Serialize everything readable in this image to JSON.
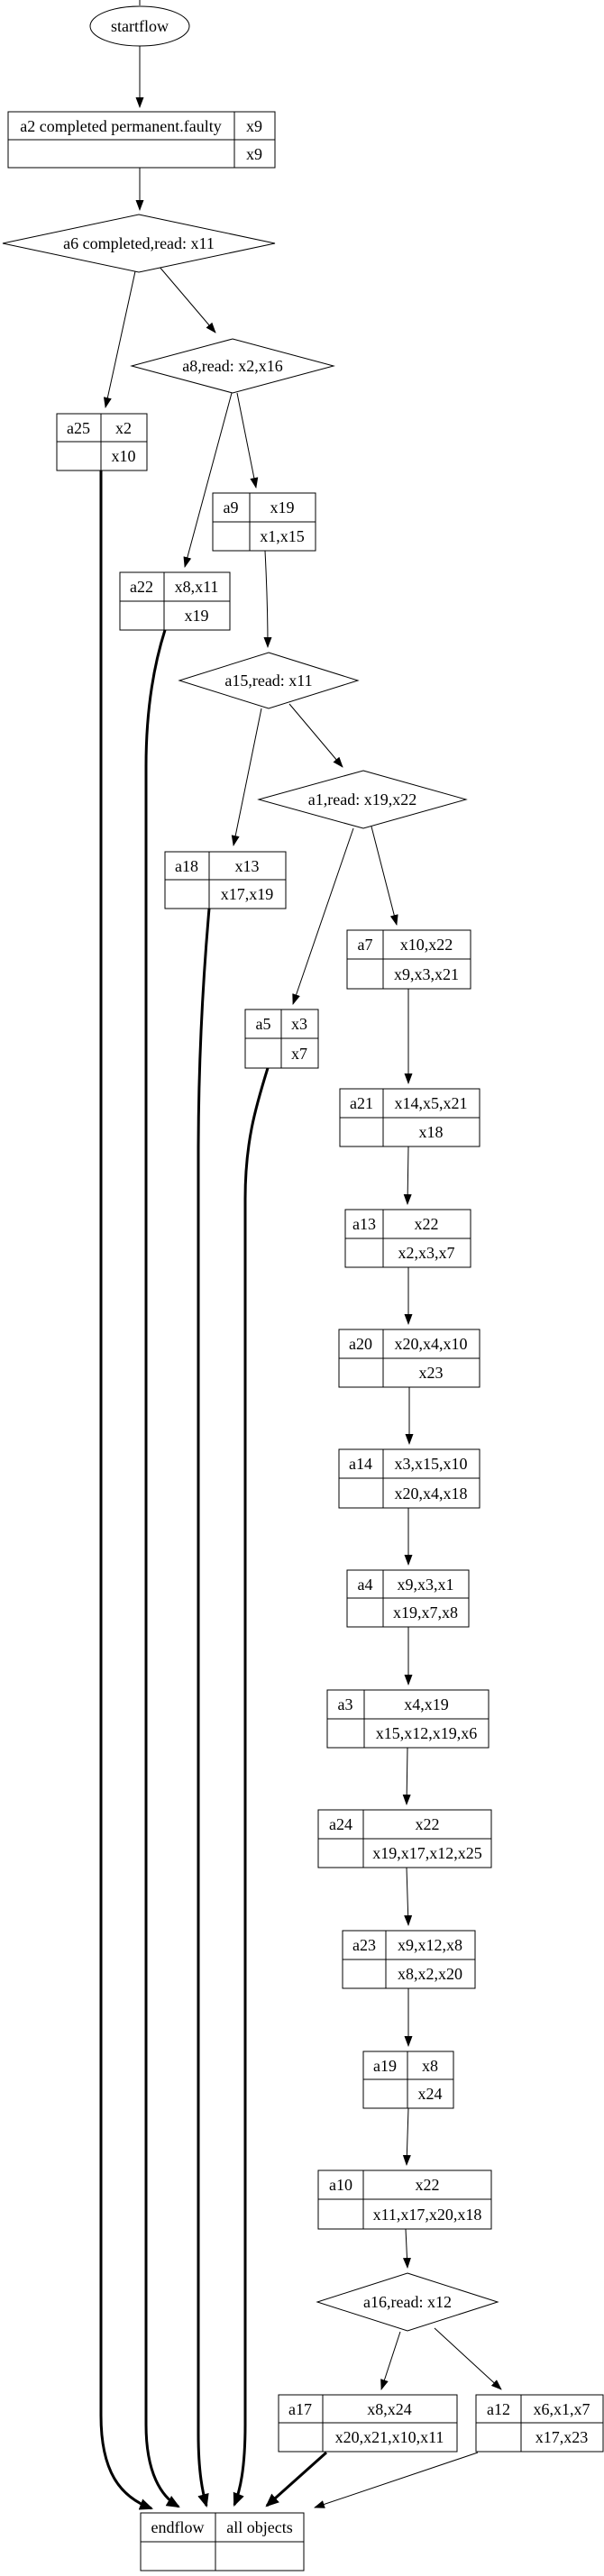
{
  "diagram": {
    "start": {
      "label": "startflow"
    },
    "end": {
      "name": "endflow",
      "value": "all objects"
    },
    "decisions": [
      {
        "id": "a6",
        "label": "a6 completed,read: x11"
      },
      {
        "id": "a8",
        "label": "a8,read: x2,x16"
      },
      {
        "id": "a15",
        "label": "a15,read: x11"
      },
      {
        "id": "a1",
        "label": "a1,read: x19,x22"
      },
      {
        "id": "a16",
        "label": "a16,read: x12"
      }
    ],
    "records": [
      {
        "id": "a2",
        "name": "a2 completed permanent.faulty",
        "top": "x9",
        "bottom": "x9"
      },
      {
        "id": "a25",
        "name": "a25",
        "top": "x2",
        "bottom": "x10"
      },
      {
        "id": "a9",
        "name": "a9",
        "top": "x19",
        "bottom": "x1,x15"
      },
      {
        "id": "a22",
        "name": "a22",
        "top": "x8,x11",
        "bottom": "x19"
      },
      {
        "id": "a18",
        "name": "a18",
        "top": "x13",
        "bottom": "x17,x19"
      },
      {
        "id": "a7",
        "name": "a7",
        "top": "x10,x22",
        "bottom": "x9,x3,x21"
      },
      {
        "id": "a5",
        "name": "a5",
        "top": "x3",
        "bottom": "x7"
      },
      {
        "id": "a21",
        "name": "a21",
        "top": "x14,x5,x21",
        "bottom": "x18"
      },
      {
        "id": "a13",
        "name": "a13",
        "top": "x22",
        "bottom": "x2,x3,x7"
      },
      {
        "id": "a20",
        "name": "a20",
        "top": "x20,x4,x10",
        "bottom": "x23"
      },
      {
        "id": "a14",
        "name": "a14",
        "top": "x3,x15,x10",
        "bottom": "x20,x4,x18"
      },
      {
        "id": "a4",
        "name": "a4",
        "top": "x9,x3,x1",
        "bottom": "x19,x7,x8"
      },
      {
        "id": "a3",
        "name": "a3",
        "top": "x4,x19",
        "bottom": "x15,x12,x19,x6"
      },
      {
        "id": "a24",
        "name": "a24",
        "top": "x22",
        "bottom": "x19,x17,x12,x25"
      },
      {
        "id": "a23",
        "name": "a23",
        "top": "x9,x12,x8",
        "bottom": "x8,x2,x20"
      },
      {
        "id": "a19",
        "name": "a19",
        "top": "x8",
        "bottom": "x24"
      },
      {
        "id": "a10",
        "name": "a10",
        "top": "x22",
        "bottom": "x11,x17,x20,x18"
      },
      {
        "id": "a17",
        "name": "a17",
        "top": "x8,x24",
        "bottom": "x20,x21,x10,x11"
      },
      {
        "id": "a12",
        "name": "a12",
        "top": "x6,x1,x7",
        "bottom": "x17,x23"
      }
    ],
    "edges": [
      {
        "from": "startflow",
        "to": "a2"
      },
      {
        "from": "a2",
        "to": "a6"
      },
      {
        "from": "a6",
        "to": "a25"
      },
      {
        "from": "a6",
        "to": "a8"
      },
      {
        "from": "a8",
        "to": "a22"
      },
      {
        "from": "a8",
        "to": "a9"
      },
      {
        "from": "a9",
        "to": "a15"
      },
      {
        "from": "a15",
        "to": "a18"
      },
      {
        "from": "a15",
        "to": "a1"
      },
      {
        "from": "a1",
        "to": "a5"
      },
      {
        "from": "a1",
        "to": "a7"
      },
      {
        "from": "a7",
        "to": "a21"
      },
      {
        "from": "a21",
        "to": "a13"
      },
      {
        "from": "a13",
        "to": "a20"
      },
      {
        "from": "a20",
        "to": "a14"
      },
      {
        "from": "a14",
        "to": "a4"
      },
      {
        "from": "a4",
        "to": "a3"
      },
      {
        "from": "a3",
        "to": "a24"
      },
      {
        "from": "a24",
        "to": "a23"
      },
      {
        "from": "a23",
        "to": "a19"
      },
      {
        "from": "a19",
        "to": "a10"
      },
      {
        "from": "a10",
        "to": "a16"
      },
      {
        "from": "a16",
        "to": "a17"
      },
      {
        "from": "a16",
        "to": "a12"
      },
      {
        "from": "a25",
        "to": "endflow"
      },
      {
        "from": "a22",
        "to": "endflow"
      },
      {
        "from": "a18",
        "to": "endflow"
      },
      {
        "from": "a5",
        "to": "endflow"
      },
      {
        "from": "a17",
        "to": "endflow"
      },
      {
        "from": "a12",
        "to": "endflow"
      }
    ],
    "colors": {
      "node_stroke": "#000000",
      "node_fill": "#ffffff",
      "edge": "#000000"
    }
  }
}
